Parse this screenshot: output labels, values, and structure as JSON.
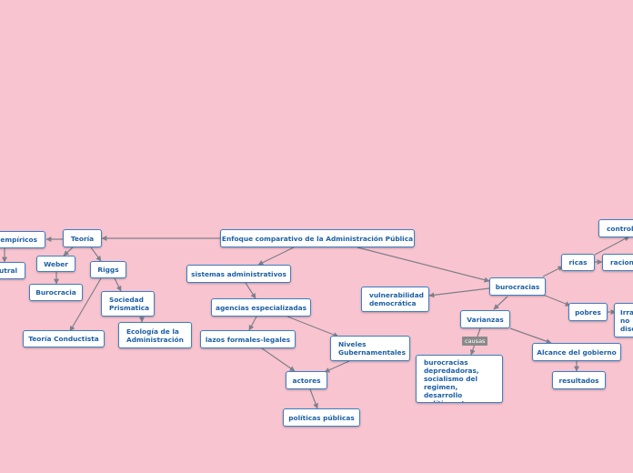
{
  "nodes": {
    "root": "Enfoque comparativo de la Administración Pública",
    "teoria": "Teoría",
    "empiricos": "empíricos",
    "neutral": "utral",
    "weber": "Weber",
    "burocracia": "Burocracia",
    "riggs": "Riggs",
    "sociedad": "Sociedad Prismatica",
    "ecologia": "Ecología de la Administración",
    "conductista": "Teoría Conductista",
    "sistemas": "sistemas administrativos",
    "agencias": "agencias especializadas",
    "lazos": "lazos formales-legales",
    "niveles": "Niveles Gubernamentales",
    "actores": "actores",
    "politicas": "políticas públicas",
    "burocracias": "burocracias",
    "vulnerabilidad": "vulnerabilidad democrática",
    "varianzas": "Varianzas",
    "causas_label": "causas",
    "depredadoras": "burocracias depredadoras, socialismo del regimen, desarrollo político, etc..",
    "ricas": "ricas",
    "control": "control",
    "racional": "raciona",
    "pobres": "pobres",
    "irracional": "Irra no disc",
    "alcance": "Alcance del gobierno",
    "resultados": "resultados"
  },
  "colors": {
    "background": "#f8c4cf",
    "node_border": "#3c7fc4",
    "node_text": "#1b5fa5",
    "connector": "#7f7f8a",
    "tag_bg": "#8a8a8a"
  }
}
